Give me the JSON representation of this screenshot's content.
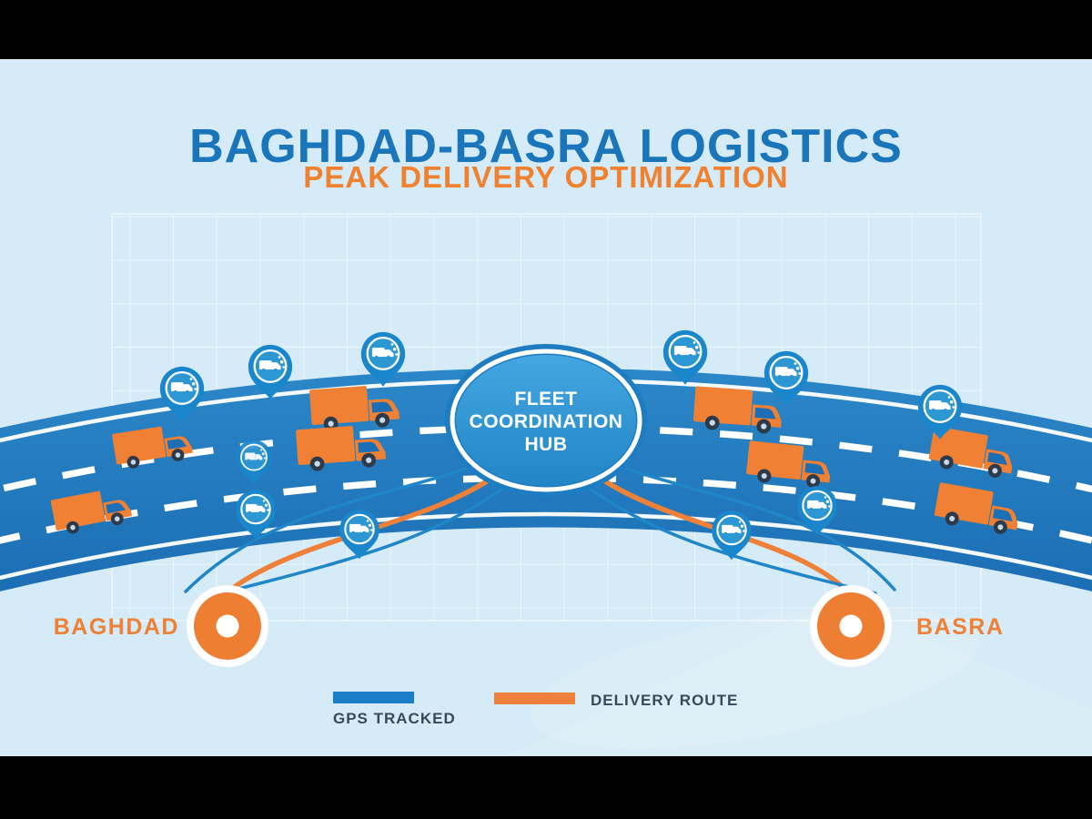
{
  "header": {
    "title": "BAGHDAD-BASRA LOGISTICS",
    "subtitle": "PEAK DELIVERY OPTIMIZATION"
  },
  "hub": {
    "line1": "FLEET",
    "line2": "COORDINATION",
    "line3": "HUB"
  },
  "cities": {
    "left": "BAGHDAD",
    "right": "BASRA"
  },
  "legend": {
    "gps": {
      "label": "GPS TRACKED",
      "color": "#1a7fc6"
    },
    "route": {
      "label": "DELIVERY ROUTE",
      "color": "#f0813c"
    }
  },
  "counts": {
    "trucks_visible": 8,
    "gps_pins_visible": 11
  },
  "colors": {
    "background": "#d5ebf7",
    "letterbox": "#000000",
    "road_blue": "#1e73b8",
    "title_blue": "#1b75bb",
    "accent_orange": "#f0812f",
    "city_label_orange": "#ef8136",
    "legend_text": "#38495a",
    "pin_blue": "#1a86cc",
    "truck_orange": "#f08033"
  }
}
